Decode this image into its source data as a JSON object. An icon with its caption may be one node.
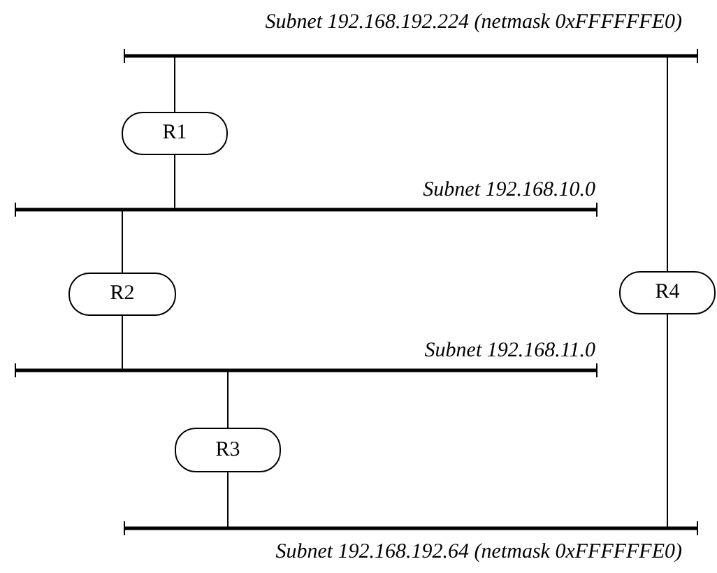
{
  "diagram": {
    "nodes": [
      {
        "text": [
          "Subnet 192.168.192.224 (netmask 0xFFFFFFE0)"
        ]
      },
      {
        "text": [
          "R1"
        ]
      },
      {
        "text": [
          "Subnet 192.168.10.0"
        ]
      },
      {
        "text": [
          "R2"
        ]
      },
      {
        "text": [
          "R4"
        ]
      },
      {
        "text": [
          "Subnet 192.168.11.0"
        ]
      },
      {
        "text": [
          "R3"
        ]
      },
      {
        "text": [
          "Subnet 192.168.192.64 (netmask 0xFFFFFFE0)"
        ]
      }
    ],
    "edges": [
      {
        "from": 1,
        "to": 0,
        "arrow": "none"
      },
      {
        "from": 1,
        "to": 2,
        "arrow": "none"
      },
      {
        "from": 3,
        "to": 2,
        "arrow": "none"
      },
      {
        "from": 3,
        "to": 5,
        "arrow": "none"
      },
      {
        "from": 6,
        "to": 5,
        "arrow": "none"
      },
      {
        "from": 6,
        "to": 7,
        "arrow": "none"
      },
      {
        "from": 4,
        "to": 0,
        "arrow": "none"
      },
      {
        "from": 4,
        "to": 7,
        "arrow": "none"
      }
    ]
  }
}
